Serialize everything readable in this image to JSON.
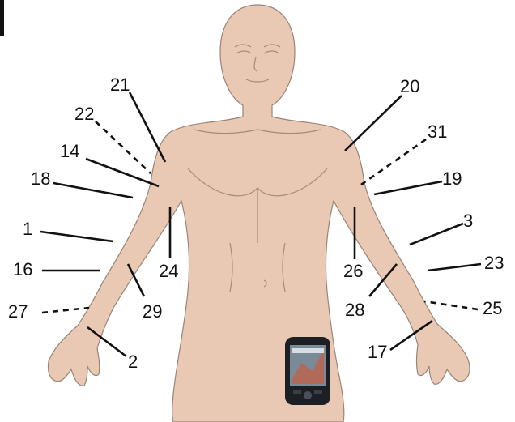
{
  "figure": {
    "labels": [
      {
        "id": "21",
        "text": "21",
        "line": "solid"
      },
      {
        "id": "22",
        "text": "22",
        "line": "dashed"
      },
      {
        "id": "14",
        "text": "14",
        "line": "solid"
      },
      {
        "id": "18",
        "text": "18",
        "line": "solid"
      },
      {
        "id": "1",
        "text": "1",
        "line": "solid"
      },
      {
        "id": "16",
        "text": "16",
        "line": "solid"
      },
      {
        "id": "27",
        "text": "27",
        "line": "dashed"
      },
      {
        "id": "2",
        "text": "2",
        "line": "solid"
      },
      {
        "id": "24",
        "text": "24",
        "line": "solid"
      },
      {
        "id": "29",
        "text": "29",
        "line": "solid"
      },
      {
        "id": "20",
        "text": "20",
        "line": "solid"
      },
      {
        "id": "31",
        "text": "31",
        "line": "dashed"
      },
      {
        "id": "19",
        "text": "19",
        "line": "solid"
      },
      {
        "id": "3",
        "text": "3",
        "line": "solid"
      },
      {
        "id": "23",
        "text": "23",
        "line": "solid"
      },
      {
        "id": "25",
        "text": "25",
        "line": "dashed"
      },
      {
        "id": "17",
        "text": "17",
        "line": "solid"
      },
      {
        "id": "26",
        "text": "26",
        "line": "solid"
      },
      {
        "id": "28",
        "text": "28",
        "line": "solid"
      }
    ]
  },
  "colors": {
    "skin": "#e9c9b3",
    "outline": "#9a8478",
    "leader": "#111111",
    "device_body": "#1c1f24",
    "device_screen": "#7a8a96"
  },
  "icons": [
    "human-body-figure",
    "handheld-device-icon"
  ]
}
